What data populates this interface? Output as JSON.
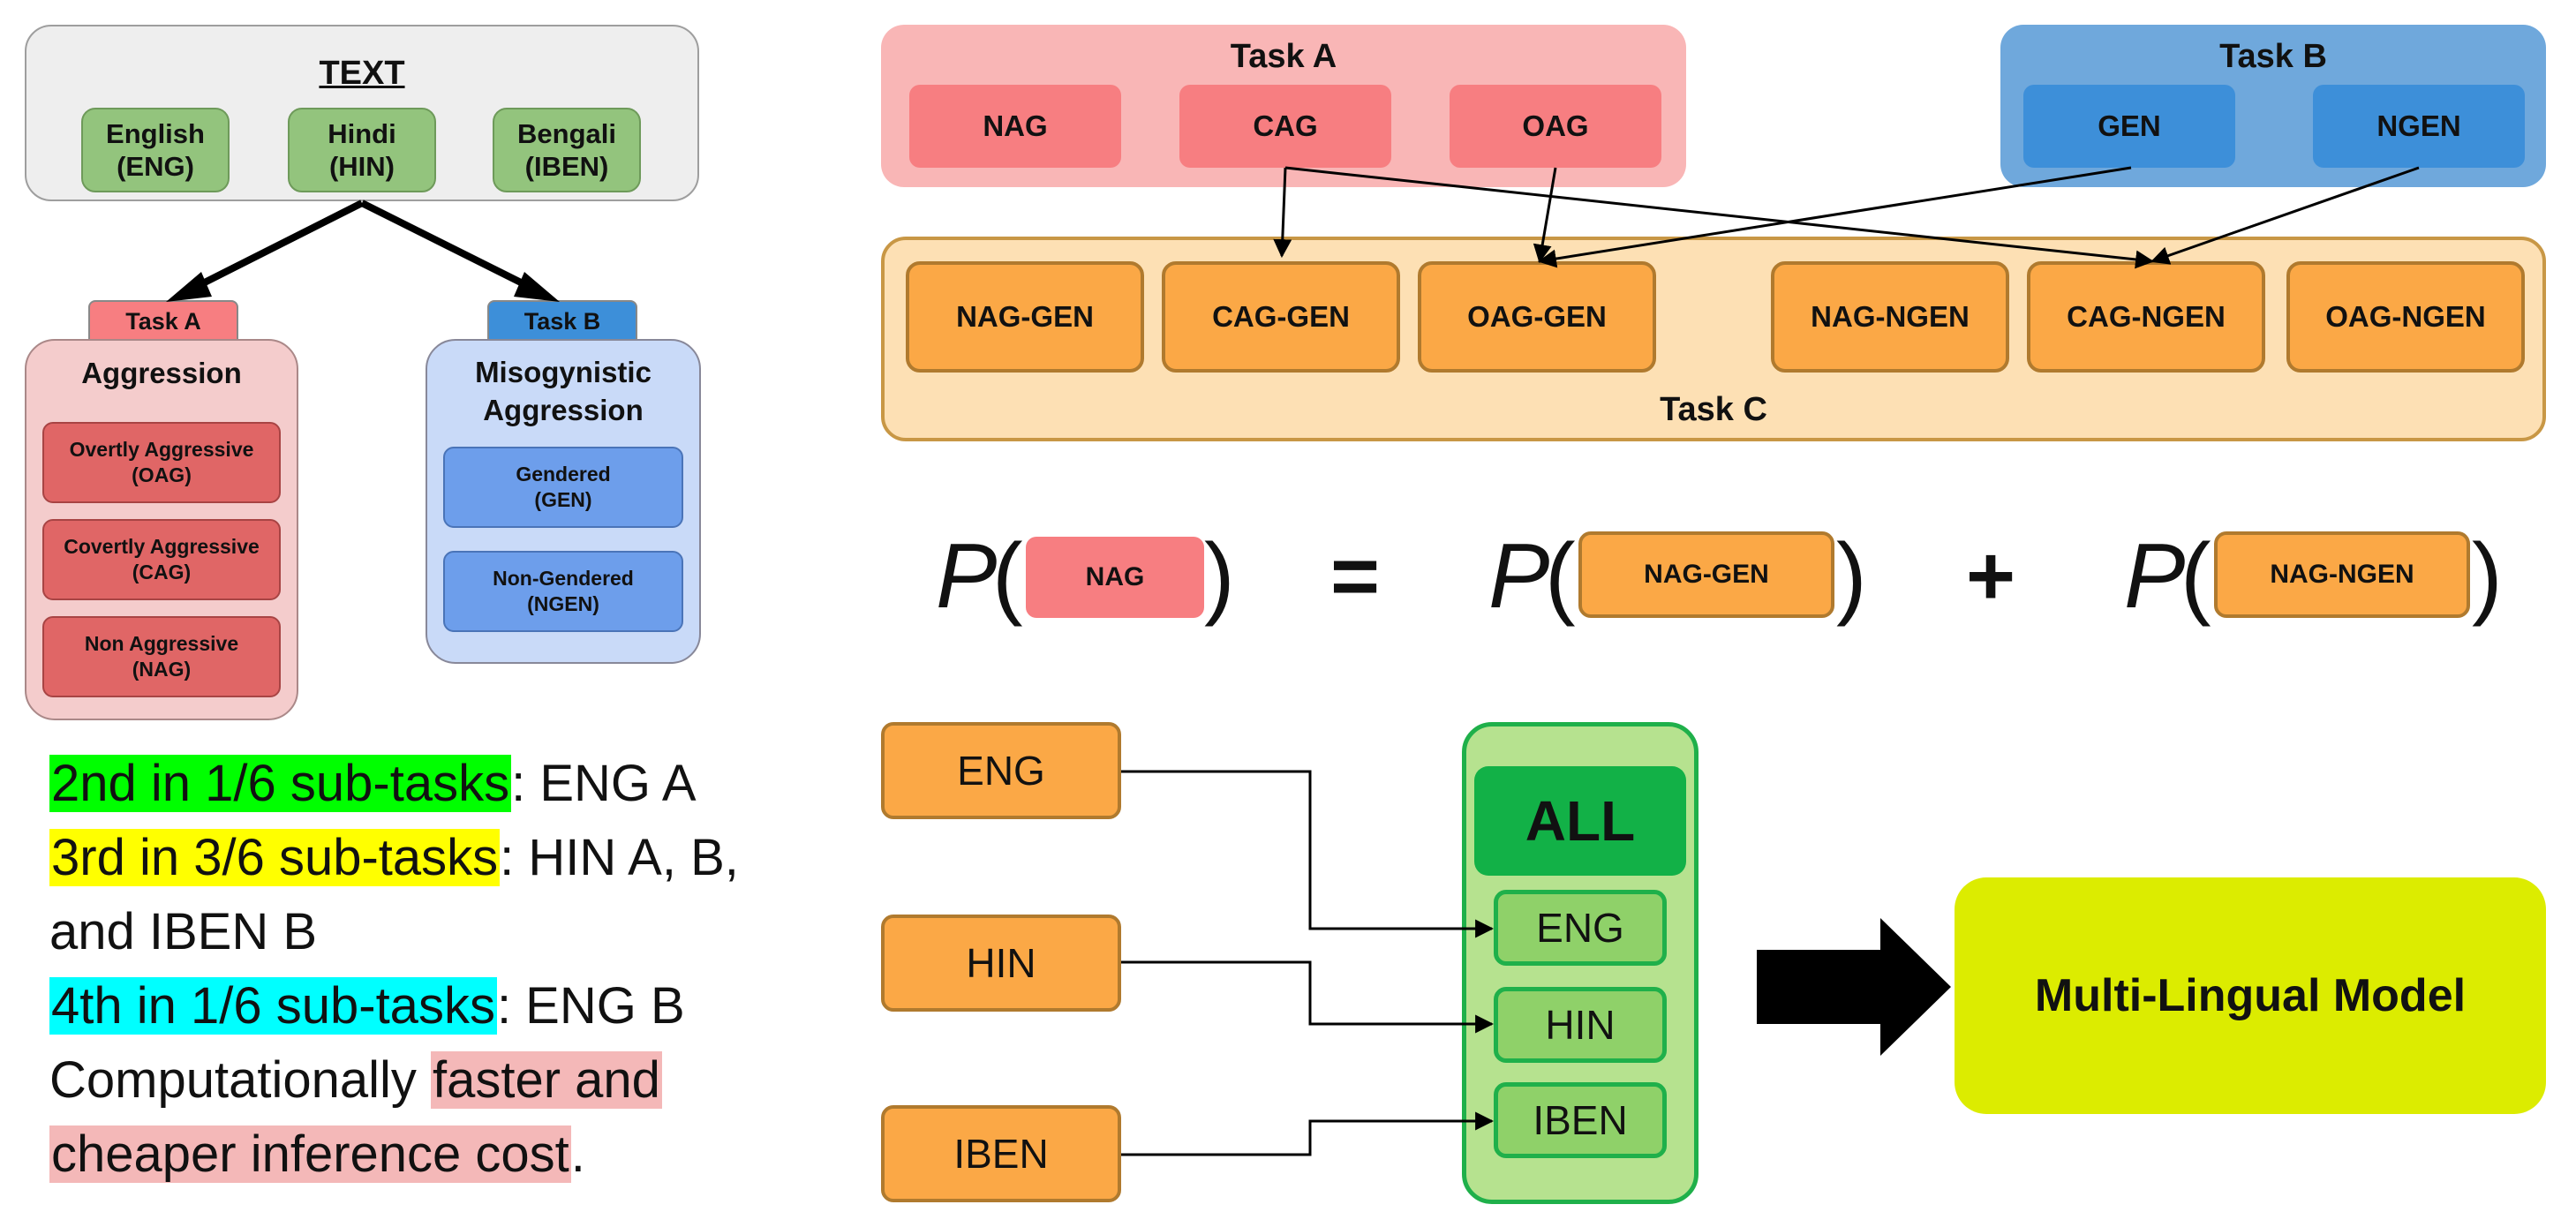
{
  "text_box": {
    "title": "TEXT",
    "languages": [
      {
        "label": "English\n(ENG)",
        "line1": "English",
        "line2": "(ENG)"
      },
      {
        "label": "Hindi\n(HIN)",
        "line1": "Hindi",
        "line2": "(HIN)"
      },
      {
        "label": "Bengali\n(IBEN)",
        "line1": "Bengali",
        "line2": "(IBEN)"
      }
    ]
  },
  "task_a": {
    "tab": "Task A",
    "title": "Aggression",
    "classes": [
      {
        "line1": "Overtly Aggressive",
        "line2": "(OAG)"
      },
      {
        "line1": "Covertly Aggressive",
        "line2": "(CAG)"
      },
      {
        "line1": "Non Aggressive",
        "line2": "(NAG)"
      }
    ]
  },
  "task_b": {
    "tab": "Task B",
    "title_line1": "Misogynistic",
    "title_line2": "Aggression",
    "classes": [
      {
        "line1": "Gendered",
        "line2": "(GEN)"
      },
      {
        "line1": "Non-Gendered",
        "line2": "(NGEN)"
      }
    ]
  },
  "results": {
    "line1_highlight": "2nd in 1/6 sub-tasks",
    "line1_rest": ": ENG A",
    "line2_highlight": "3rd in 3/6 sub-tasks",
    "line2_rest": ": HIN A, B,",
    "line3": "and IBEN B",
    "line4_highlight": "4th in 1/6 sub-tasks",
    "line4_rest": ": ENG B",
    "line5_plain": "Computationally ",
    "line5_highlight": "faster and",
    "line6_highlight": "cheaper inference cost",
    "line6_rest": ".",
    "colors": {
      "green": "#00ff00",
      "yellow": "#ffff00",
      "cyan": "#00ffff",
      "pink": "#f4b8b8"
    }
  },
  "combo": {
    "task_a": {
      "title": "Task A",
      "labels": [
        "NAG",
        "CAG",
        "OAG"
      ]
    },
    "task_b": {
      "title": "Task B",
      "labels": [
        "GEN",
        "NGEN"
      ]
    },
    "task_c": {
      "title": "Task C",
      "labels": [
        "NAG-GEN",
        "CAG-GEN",
        "OAG-GEN",
        "NAG-NGEN",
        "CAG-NGEN",
        "OAG-NGEN"
      ]
    }
  },
  "equation": {
    "p_symbol": "P",
    "open_paren": "(",
    "close_paren": ")",
    "lhs": "NAG",
    "equals": "=",
    "term1": "NAG-GEN",
    "plus": "+",
    "term2": "NAG-NGEN"
  },
  "multilingual": {
    "sources": [
      "ENG",
      "HIN",
      "IBEN"
    ],
    "all_title": "ALL",
    "all_items": [
      "ENG",
      "HIN",
      "IBEN"
    ],
    "model": "Multi-Lingual Model"
  }
}
